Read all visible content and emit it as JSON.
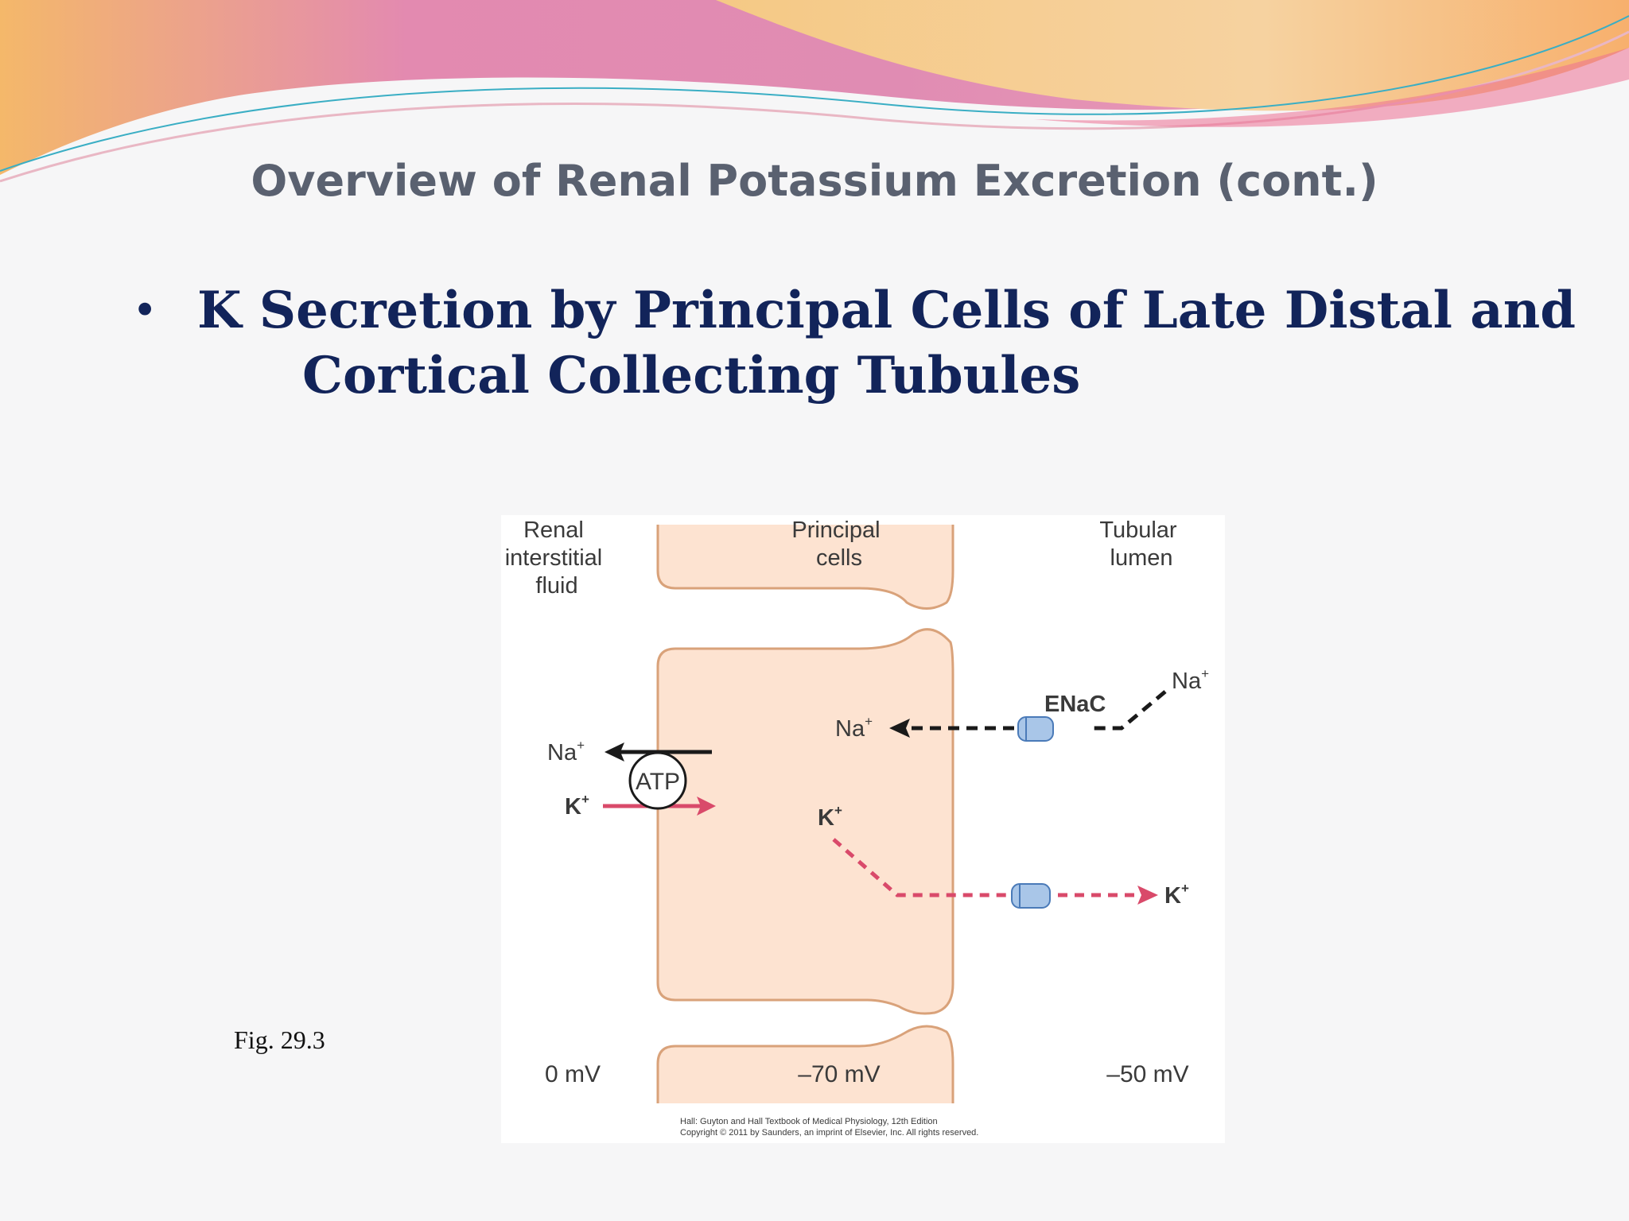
{
  "slide": {
    "title": "Overview of Renal Potassium Excretion (cont.)",
    "bullet_symbol": "•",
    "bullet_line1": "K Secretion by Principal Cells of Late Distal and",
    "bullet_line2": "Cortical Collecting Tubules",
    "figure_label": "Fig. 29.3"
  },
  "diagram": {
    "region_interstitial": [
      "Renal",
      "interstitial",
      "fluid"
    ],
    "region_principal": [
      "Principal",
      "cells"
    ],
    "region_lumen": [
      "Tubular",
      "lumen"
    ],
    "na_left": "Na",
    "k_left": "K",
    "atp": "ATP",
    "enac": "ENaC",
    "na_right": "Na",
    "na_mid": "Na",
    "k_mid": "K",
    "k_right": "K",
    "plus": "+",
    "voltage_interstitial": "0 mV",
    "voltage_cell": "–70 mV",
    "voltage_lumen": "–50 mV",
    "credit_line1": "Hall: Guyton and Hall Textbook of Medical Physiology, 12th Edition",
    "credit_line2": "Copyright © 2011 by Saunders, an imprint of Elsevier, Inc. All rights reserved."
  },
  "colors": {
    "title": "#5a6170",
    "bullet": "#12245a",
    "cell_fill": "#fde3d1",
    "cell_stroke": "#d9a27a",
    "potassium": "#d94a6a",
    "channel": "#a9c6e8"
  }
}
